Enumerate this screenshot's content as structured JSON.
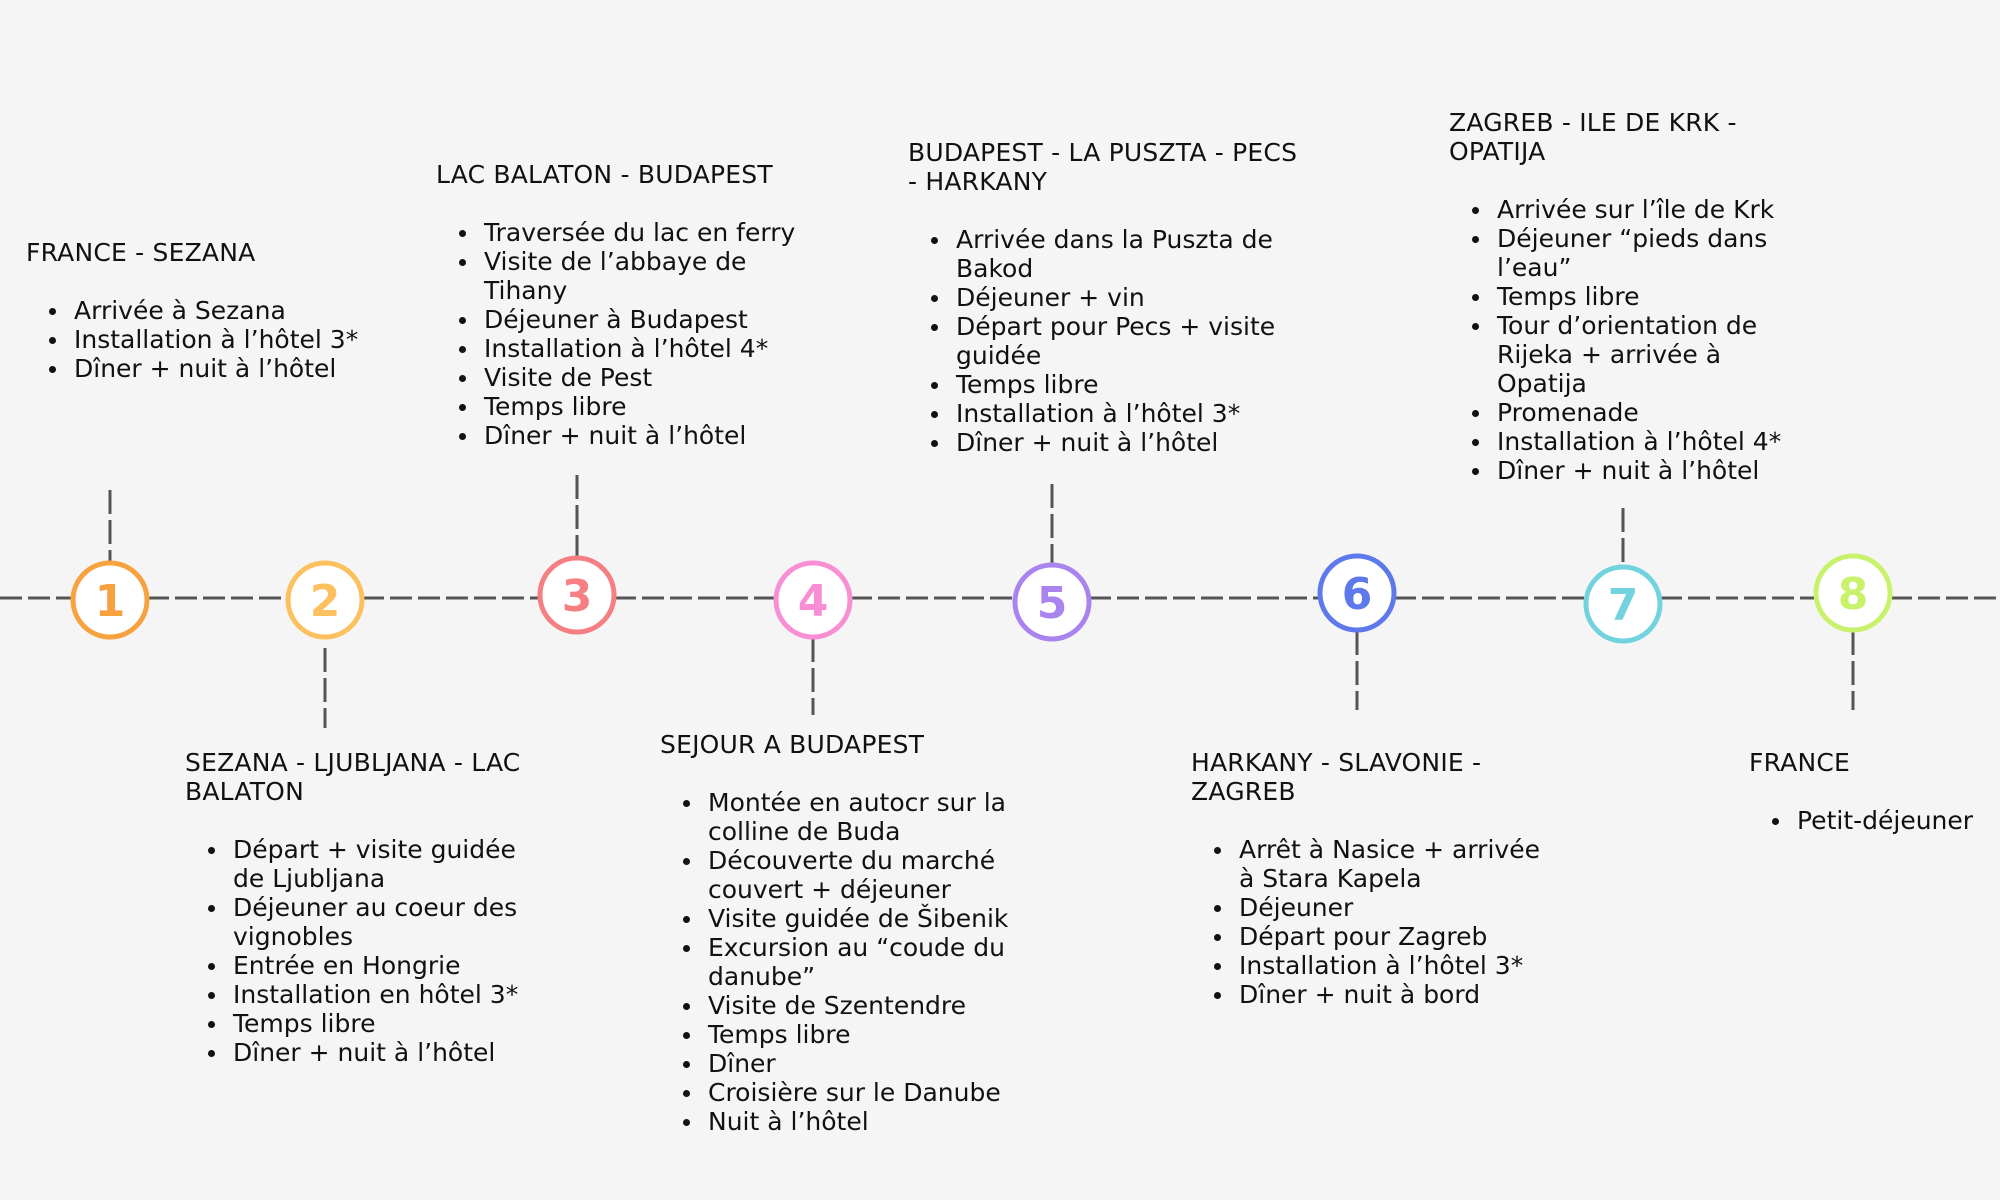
{
  "steps": [
    {
      "number": "1",
      "color": "#f7a23f",
      "title": "FRANCE - SEZANA",
      "items": [
        "Arrivée à Sezana",
        "Installation à l’hôtel 3*",
        "Dîner + nuit à l’hôtel"
      ]
    },
    {
      "number": "2",
      "color": "#fcc15e",
      "title": "SEZANA - LJUBLJANA - LAC\nBALATON",
      "items": [
        "Départ + visite guidée de Ljubljana",
        "Déjeuner au coeur des vignobles",
        "Entrée en Hongrie",
        "Installation en hôtel 3*",
        "Temps libre",
        "Dîner + nuit à l’hôtel"
      ]
    },
    {
      "number": "3",
      "color": "#f57f83",
      "title": "LAC BALATON - BUDAPEST",
      "items": [
        "Traversée du lac en ferry",
        "Visite de l’abbaye de Tihany",
        "Déjeuner à Budapest",
        "Installation à l’hôtel 4*",
        "Visite de Pest",
        "Temps libre",
        "Dîner + nuit à l’hôtel"
      ]
    },
    {
      "number": "4",
      "color": "#f98ed4",
      "title": "SEJOUR A BUDAPEST",
      "items": [
        "Montée en autocr sur la colline de Buda",
        "Découverte du marché couvert + déjeuner",
        "Visite guidée de Šibenik",
        "Excursion au “coude du danube”",
        "Visite de Szentendre",
        "Temps libre",
        "Dîner",
        "Croisière sur le Danube",
        "Nuit à l’hôtel"
      ]
    },
    {
      "number": "5",
      "color": "#a984ee",
      "title": "BUDAPEST - LA PUSZTA - PECS\n- HARKANY",
      "items": [
        "Arrivée dans la Puszta de Bakod",
        "Déjeuner + vin",
        "Départ pour Pecs + visite guidée",
        "Temps libre",
        "Installation à l’hôtel 3*",
        "Dîner + nuit à l’hôtel"
      ]
    },
    {
      "number": "6",
      "color": "#5d79ec",
      "title": "HARKANY - SLAVONIE -\nZAGREB",
      "items": [
        "Arrêt à Nasice + arrivée à Stara Kapela",
        "Déjeuner",
        "Départ pour Zagreb",
        "Installation à l’hôtel 3*",
        "Dîner + nuit à bord"
      ]
    },
    {
      "number": "7",
      "color": "#72d3df",
      "title": "ZAGREB - ILE DE KRK -\nOPATIJA",
      "items": [
        "Arrivée sur l’île de Krk",
        "Déjeuner “pieds dans l’eau”",
        "Temps libre",
        "Tour d’orientation de Rijeka + arrivée à Opatija",
        "Promenade",
        "Installation à l’hôtel 4*",
        "Dîner + nuit à l’hôtel"
      ]
    },
    {
      "number": "8",
      "color": "#c9f26c",
      "title": "FRANCE",
      "items": [
        "Petit-déjeuner"
      ]
    }
  ]
}
